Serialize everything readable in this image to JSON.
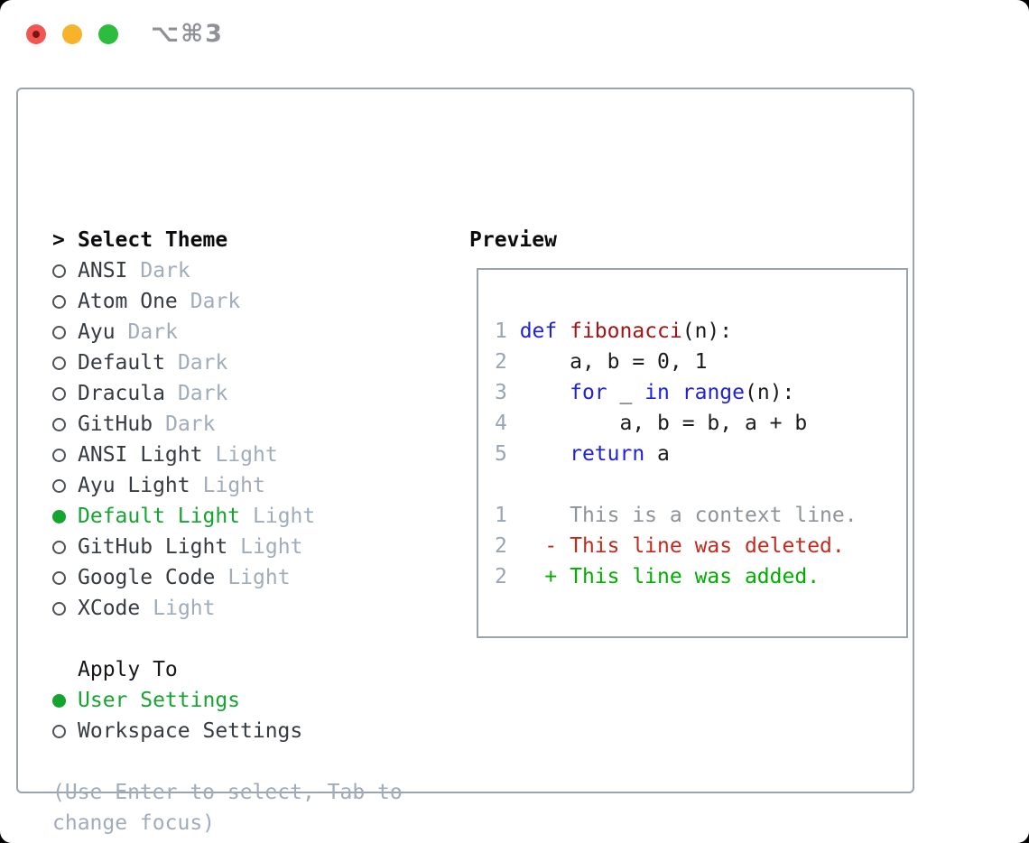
{
  "window": {
    "shortcut": "⌥⌘3",
    "traffic_lights": [
      "close",
      "minimize",
      "zoom"
    ]
  },
  "colors": {
    "keyword_blue": "#1f1fe0",
    "function_red": "#a31515",
    "code_black": "#1b1b1b",
    "line_number_gray": "#9aa5b4",
    "context_gray": "#8e9399",
    "deleted_red": "#c22a1e",
    "added_green": "#00ae00",
    "selected_green": "#15a42f",
    "muted_gray": "#a1acbb",
    "border_gray": "#9aa3ae",
    "traffic_red": "#f25650",
    "traffic_red_dot": "#7a150f",
    "traffic_yellow": "#f7b32a",
    "traffic_green": "#2cbd3f"
  },
  "theme_panel": {
    "cursor": ">",
    "title": "Select Theme",
    "themes": [
      {
        "name": "ANSI",
        "tag": "Dark",
        "selected": false
      },
      {
        "name": "Atom One",
        "tag": "Dark",
        "selected": false
      },
      {
        "name": "Ayu",
        "tag": "Dark",
        "selected": false
      },
      {
        "name": "Default",
        "tag": "Dark",
        "selected": false
      },
      {
        "name": "Dracula",
        "tag": "Dark",
        "selected": false
      },
      {
        "name": "GitHub",
        "tag": "Dark",
        "selected": false
      },
      {
        "name": "ANSI Light",
        "tag": "Light",
        "selected": false
      },
      {
        "name": "Ayu Light",
        "tag": "Light",
        "selected": false
      },
      {
        "name": "Default Light",
        "tag": "Light",
        "selected": true
      },
      {
        "name": "GitHub Light",
        "tag": "Light",
        "selected": false
      },
      {
        "name": "Google Code",
        "tag": "Light",
        "selected": false
      },
      {
        "name": "XCode",
        "tag": "Light",
        "selected": false
      }
    ],
    "apply_to": {
      "title": "Apply To",
      "options": [
        {
          "label": "User Settings",
          "selected": true
        },
        {
          "label": "Workspace Settings",
          "selected": false
        }
      ]
    },
    "help_line1": "(Use Enter to select, Tab to",
    "help_line2": "change focus)"
  },
  "preview": {
    "title": "Preview",
    "lines": [
      {
        "num": "1",
        "tokens": [
          [
            "def",
            "kw"
          ],
          [
            " ",
            "pl"
          ],
          [
            "fibonacci",
            "fn"
          ],
          [
            "(n):",
            "pl"
          ]
        ]
      },
      {
        "num": "2",
        "tokens": [
          [
            "    a, b = 0, 1",
            "pl"
          ]
        ]
      },
      {
        "num": "3",
        "tokens": [
          [
            "    ",
            "pl"
          ],
          [
            "for",
            "kw"
          ],
          [
            " _ ",
            "pl"
          ],
          [
            "in",
            "kw"
          ],
          [
            " ",
            "pl"
          ],
          [
            "range",
            "kw"
          ],
          [
            "(n):",
            "pl"
          ]
        ]
      },
      {
        "num": "4",
        "tokens": [
          [
            "        a, b = b, a + b",
            "pl"
          ]
        ]
      },
      {
        "num": "5",
        "tokens": [
          [
            "    ",
            "pl"
          ],
          [
            "return",
            "kw"
          ],
          [
            " a",
            "pl"
          ]
        ]
      },
      {
        "num": "",
        "tokens": []
      },
      {
        "num": "1",
        "tokens": [
          [
            "    This is a context line.",
            "cx"
          ]
        ]
      },
      {
        "num": "2",
        "tokens": [
          [
            "  - This line was deleted.",
            "del"
          ]
        ]
      },
      {
        "num": "2",
        "tokens": [
          [
            "  + This line was added.",
            "add"
          ]
        ]
      }
    ]
  }
}
